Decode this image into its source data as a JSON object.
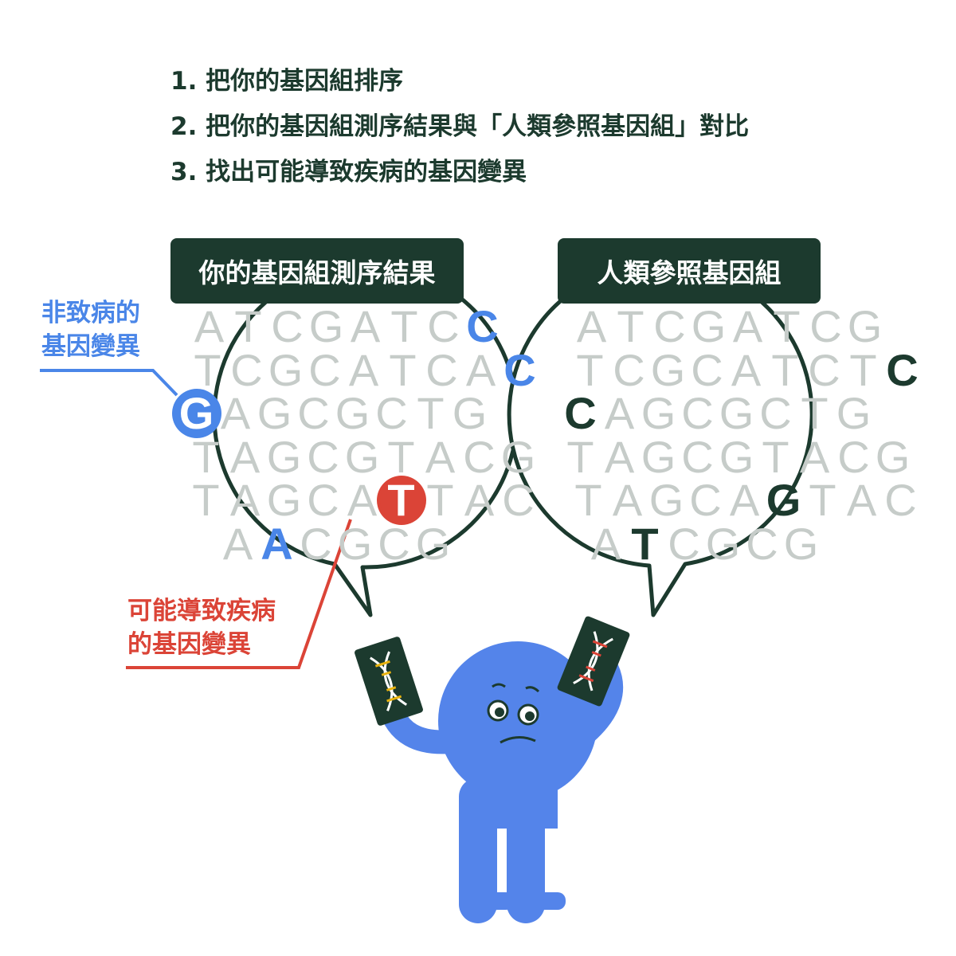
{
  "steps": [
    "1. 把你的基因組排序",
    "2. 把你的基因組測序結果與「人類參照基因組」對比",
    "3. 找出可能導致疾病的基因變異"
  ],
  "left_bubble": {
    "title": "你的基因組測序結果",
    "rows": [
      "ATCGATCC",
      "TCGCATCAC",
      "GAGCGCTG",
      "TAGCGTACG",
      "TAGCATTAC",
      "AACGCG"
    ]
  },
  "right_bubble": {
    "title": "人類參照基因組",
    "rows": [
      "ATCGATCG",
      "TCGCATCTC",
      "CAGCGCTG",
      "TAGCGTACG",
      "TAGCAGTAC",
      "ATCGCG"
    ]
  },
  "labels": {
    "benign": "非致病的\n基因變異",
    "pathogenic": "可能導致疾病\n的基因變異"
  },
  "colors": {
    "dark": "#1c3a2e",
    "gray": "#c6ccc9",
    "blue": "#4a86e8",
    "red": "#db4437",
    "body": "#5484ea"
  }
}
